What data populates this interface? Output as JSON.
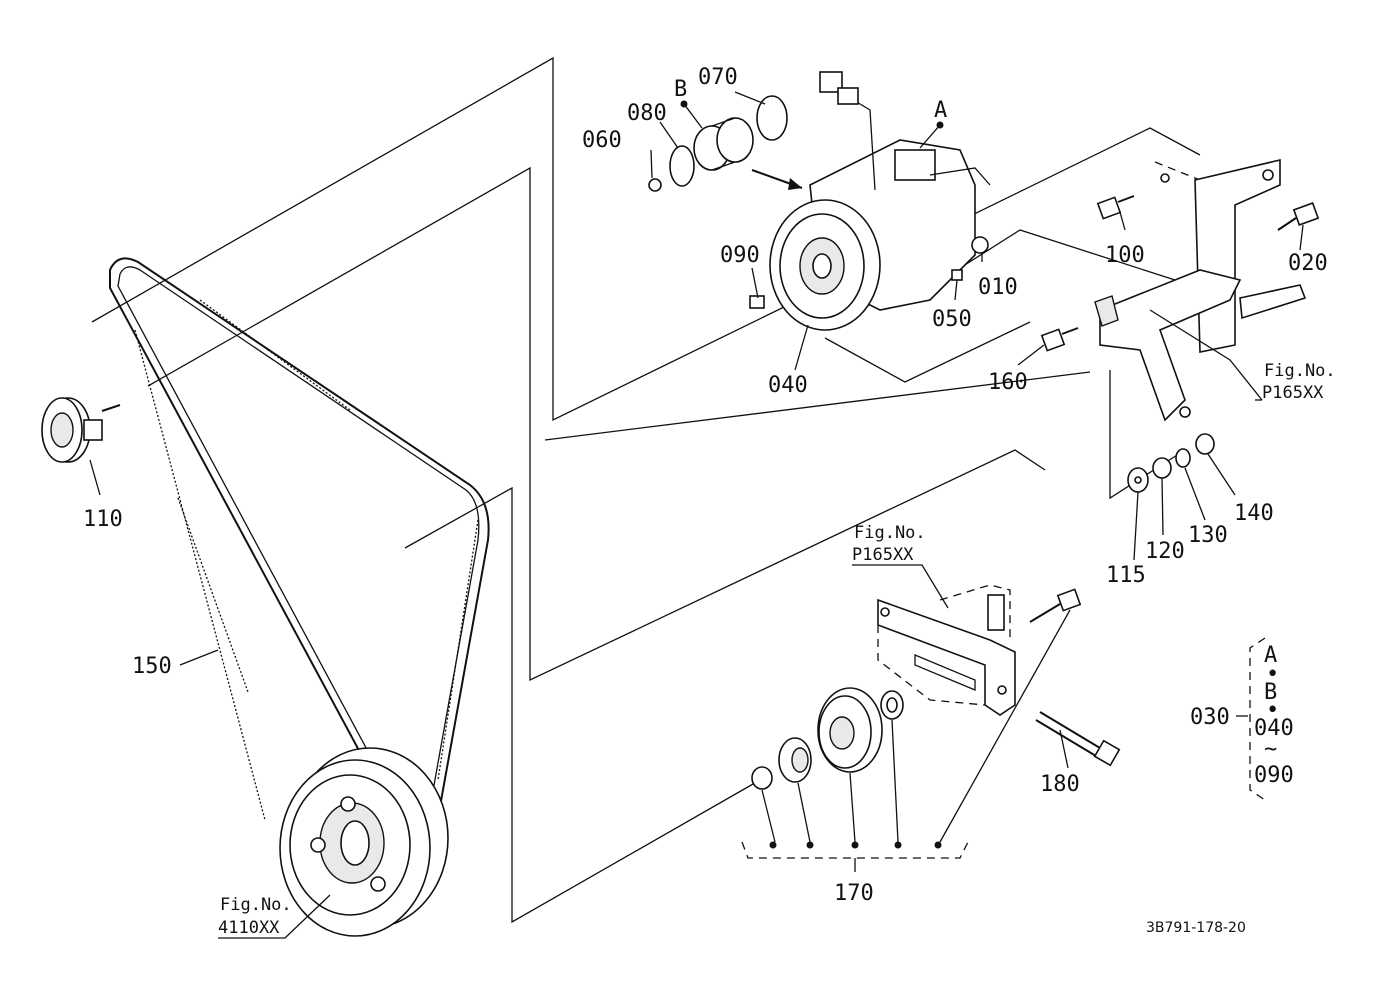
{
  "drawing_code": "3B791-178-20",
  "fig_ref_label": "Fig.No.",
  "labels": {
    "p010": "010",
    "p020": "020",
    "p030": "030",
    "p040": "040",
    "p050": "050",
    "p060": "060",
    "p070": "070",
    "p080": "080",
    "p090": "090",
    "p100": "100",
    "p110": "110",
    "p115": "115",
    "p120": "120",
    "p130": "130",
    "p140": "140",
    "p150": "150",
    "p160": "160",
    "p170": "170",
    "p180": "180",
    "mark_a": "A",
    "mark_b": "B"
  },
  "fig_refs": {
    "bracket_top": "P165XX",
    "bracket_mid": "P165XX",
    "crank_pulley": "4110XX"
  },
  "kit_030": {
    "label": "030",
    "line1": "A",
    "dot1": "•",
    "line2": "B",
    "dot2": "•",
    "line3": "040",
    "tilde": "~",
    "line4": "090"
  }
}
